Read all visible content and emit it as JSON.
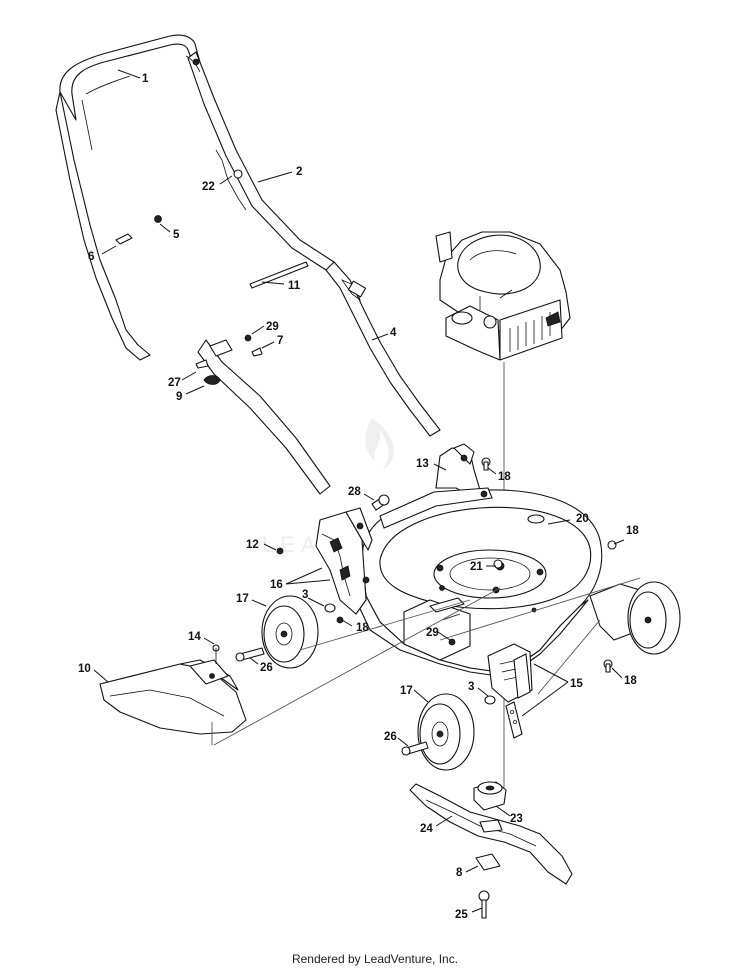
{
  "callouts": [
    "1",
    "2",
    "3",
    "3",
    "4",
    "5",
    "6",
    "7",
    "8",
    "9",
    "10",
    "11",
    "12",
    "13",
    "14",
    "15",
    "16",
    "17",
    "17",
    "18",
    "18",
    "18",
    "18",
    "20",
    "21",
    "22",
    "23",
    "24",
    "25",
    "26",
    "26",
    "27",
    "28",
    "29",
    "29"
  ],
  "footer": "Rendered by LeadVenture, Inc."
}
